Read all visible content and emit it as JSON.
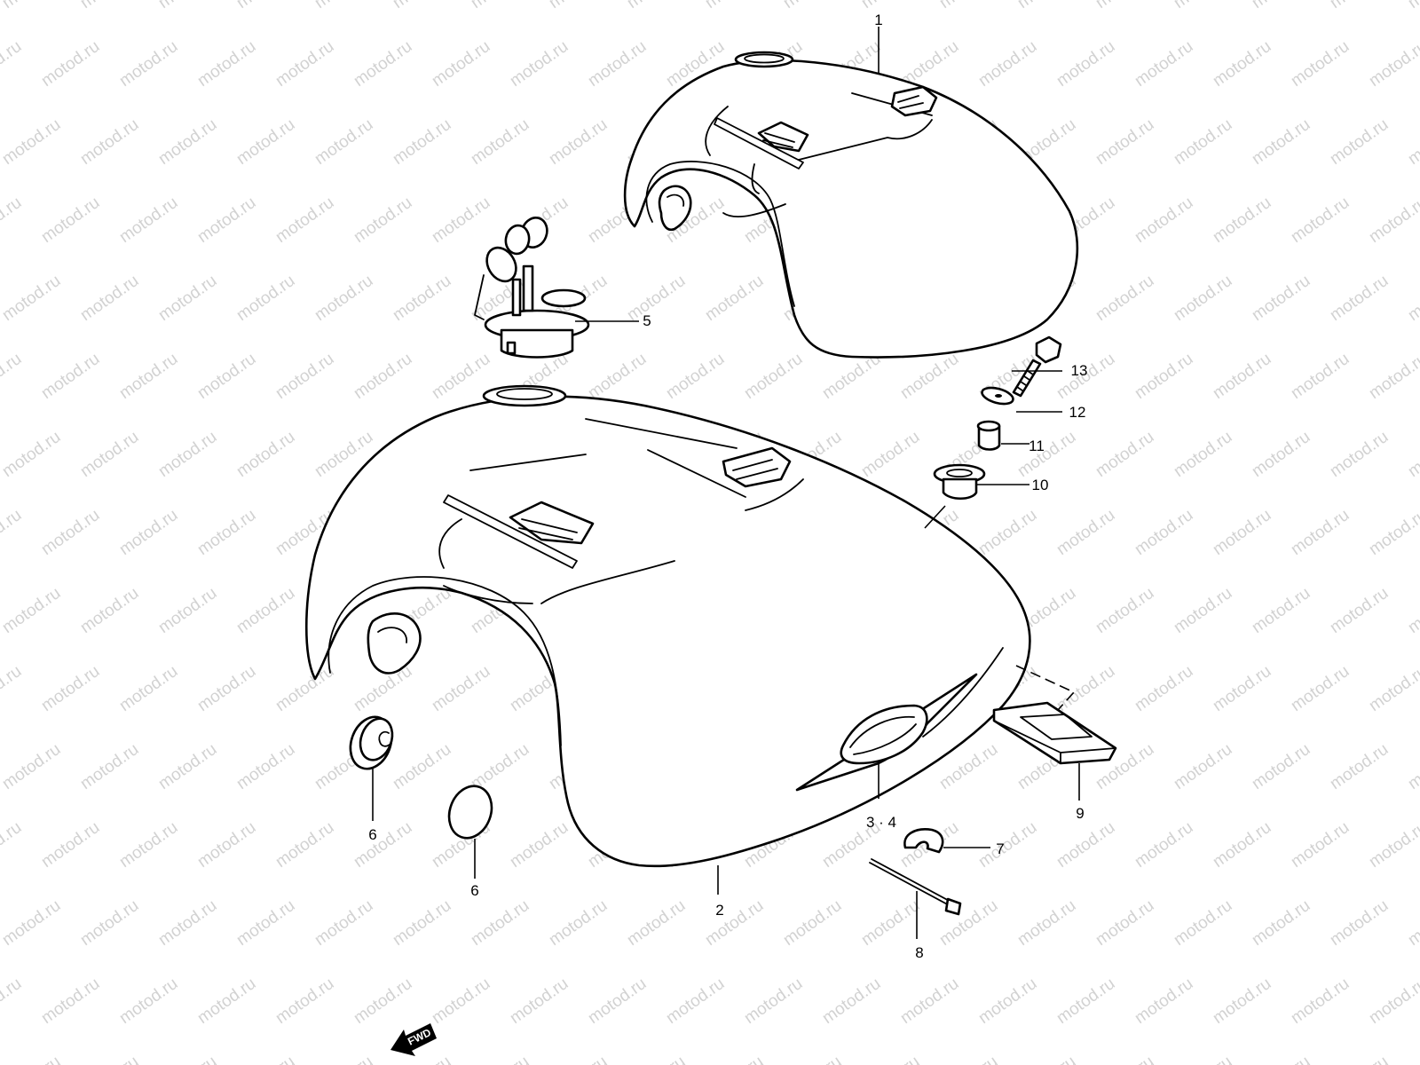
{
  "watermark": {
    "text": "motod.ru",
    "color": "#d2d2d2"
  },
  "fwd_arrow": {
    "label": "FWD"
  },
  "callouts": [
    {
      "id": "c1",
      "label": "1"
    },
    {
      "id": "c2",
      "label": "2"
    },
    {
      "id": "c34",
      "label": "3 · 4"
    },
    {
      "id": "c5",
      "label": "5"
    },
    {
      "id": "c6a",
      "label": "6"
    },
    {
      "id": "c6b",
      "label": "6"
    },
    {
      "id": "c7",
      "label": "7"
    },
    {
      "id": "c8",
      "label": "8"
    },
    {
      "id": "c9",
      "label": "9"
    },
    {
      "id": "c10",
      "label": "10"
    },
    {
      "id": "c11",
      "label": "11"
    },
    {
      "id": "c12",
      "label": "12"
    },
    {
      "id": "c13",
      "label": "13"
    }
  ]
}
